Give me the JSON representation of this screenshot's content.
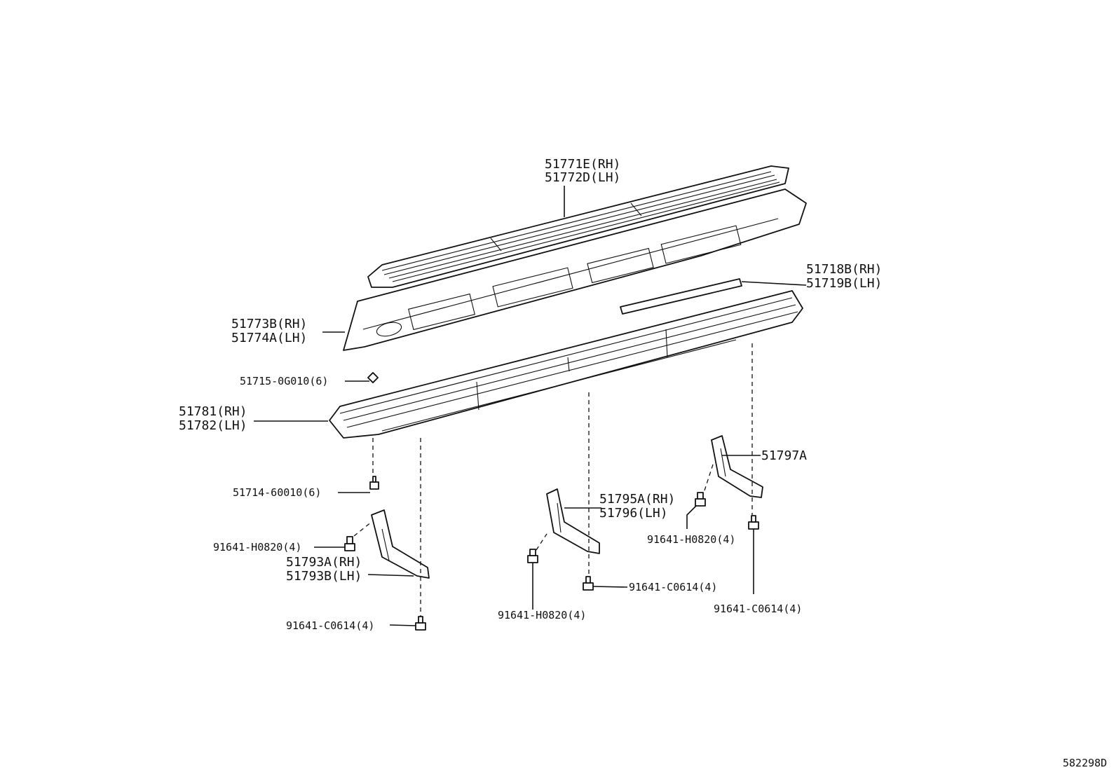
{
  "labels": {
    "step_pad_rh": "51771E(RH)",
    "step_pad_lh": "51772D(LH)",
    "retainer_rh": "51718B(RH)",
    "retainer_lh": "51719B(LH)",
    "step_cover_rh": "51773B(RH)",
    "step_cover_lh": "51774A(LH)",
    "clip_nut": "51715-0G010(6)",
    "step_rh": "51781(RH)",
    "step_lh": "51782(LH)",
    "bracket_rear": "51797A",
    "screw_6": "51714-60010(6)",
    "bracket_center_rh": "51795A(RH)",
    "bracket_center_lh": "51796(LH)",
    "bolt_h_left": "91641-H0820(4)",
    "bolt_h_right": "91641-H0820(4)",
    "bracket_front_rh": "51793A(RH)",
    "bracket_front_lh": "51793B(LH)",
    "bolt_c_center": "91641-C0614(4)",
    "bolt_h_center": "91641-H0820(4)",
    "bolt_c_right": "91641-C0614(4)",
    "bolt_c_left": "91641-C0614(4)",
    "figure_id": "582298D"
  }
}
